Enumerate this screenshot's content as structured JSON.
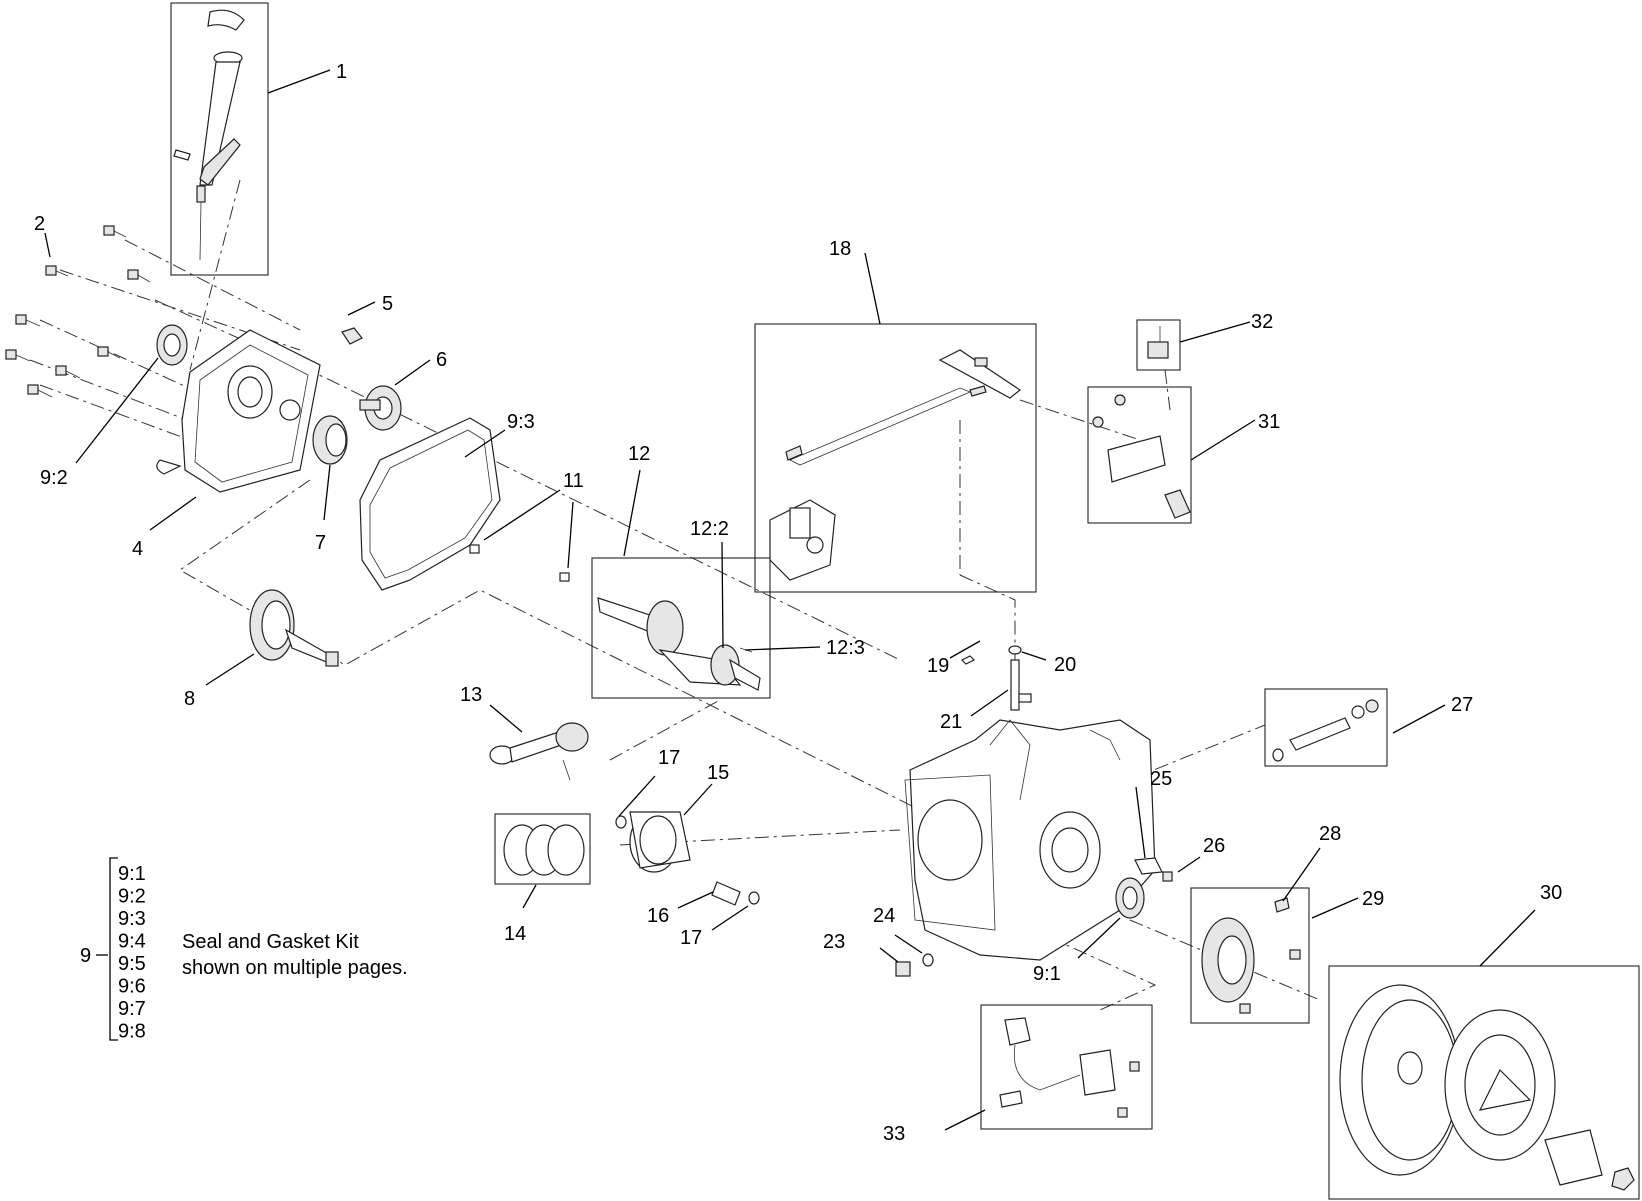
{
  "callouts": {
    "c1": "1",
    "c2": "2",
    "c4": "4",
    "c5": "5",
    "c6": "6",
    "c7": "7",
    "c8": "8",
    "c9_2": "9:2",
    "c9_3": "9:3",
    "c9_1": "9:1",
    "c11": "11",
    "c12": "12",
    "c12_2": "12:2",
    "c12_3": "12:3",
    "c13": "13",
    "c14": "14",
    "c15": "15",
    "c16": "16",
    "c17a": "17",
    "c17b": "17",
    "c18": "18",
    "c19": "19",
    "c20": "20",
    "c21": "21",
    "c23": "23",
    "c24": "24",
    "c25": "25",
    "c26": "26",
    "c27": "27",
    "c28": "28",
    "c29": "29",
    "c30": "30",
    "c31": "31",
    "c32": "32",
    "c33": "33"
  },
  "kit": {
    "number": "9",
    "items": [
      "9:1",
      "9:2",
      "9:3",
      "9:4",
      "9:5",
      "9:6",
      "9:7",
      "9:8"
    ],
    "note_line1": "Seal and Gasket Kit",
    "note_line2": "shown on multiple pages."
  }
}
